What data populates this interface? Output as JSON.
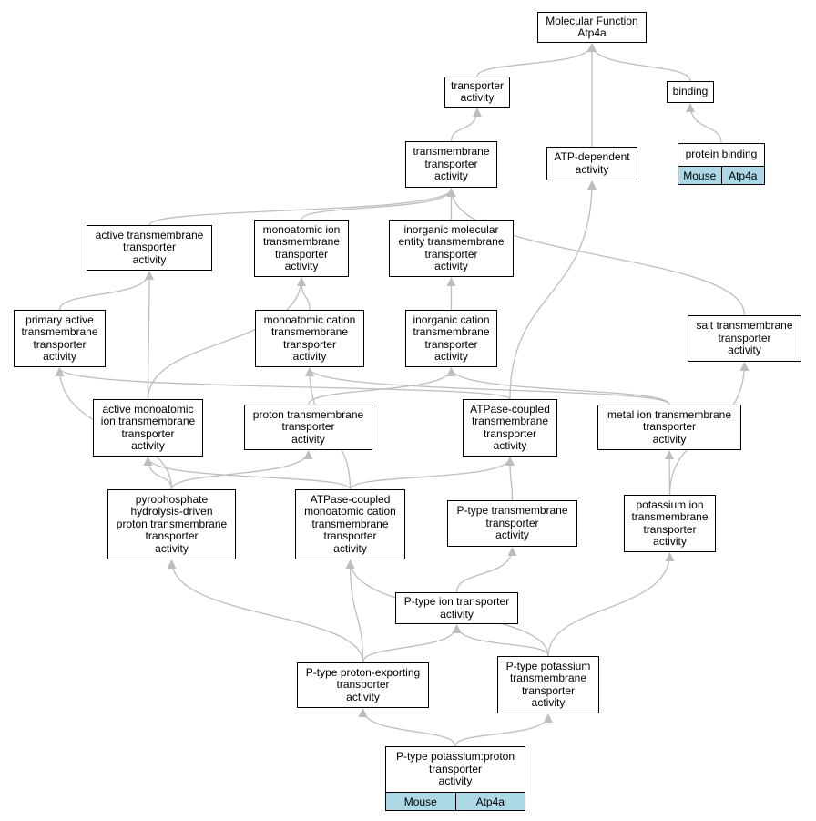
{
  "colors": {
    "node_border": "#000000",
    "node_fill": "#ffffff",
    "edge": "#bdbdbd",
    "tag_fill": "#add8e6"
  },
  "nodes": [
    {
      "id": "mf",
      "label": "Molecular Function\nAtp4a"
    },
    {
      "id": "ta",
      "label": "transporter\nactivity"
    },
    {
      "id": "bind",
      "label": "binding"
    },
    {
      "id": "pb",
      "label": "protein binding",
      "tags": [
        "Mouse",
        "Atp4a"
      ]
    },
    {
      "id": "tmta",
      "label": "transmembrane\ntransporter\nactivity"
    },
    {
      "id": "atpd",
      "label": "ATP-dependent\nactivity"
    },
    {
      "id": "atta",
      "label": "active transmembrane\ntransporter\nactivity"
    },
    {
      "id": "moit",
      "label": "monoatomic ion\ntransmembrane\ntransporter\nactivity"
    },
    {
      "id": "imet",
      "label": "inorganic molecular\nentity transmembrane\ntransporter\nactivity"
    },
    {
      "id": "pat",
      "label": "primary active\ntransmembrane\ntransporter\nactivity"
    },
    {
      "id": "mct",
      "label": "monoatomic cation\ntransmembrane\ntransporter\nactivity"
    },
    {
      "id": "ict",
      "label": "inorganic cation\ntransmembrane\ntransporter\nactivity"
    },
    {
      "id": "stt",
      "label": "salt transmembrane\ntransporter\nactivity"
    },
    {
      "id": "amit",
      "label": "active monoatomic\nion transmembrane\ntransporter\nactivity"
    },
    {
      "id": "ptt",
      "label": "proton transmembrane\ntransporter\nactivity"
    },
    {
      "id": "actt",
      "label": "ATPase-coupled\ntransmembrane\ntransporter\nactivity"
    },
    {
      "id": "mitt",
      "label": "metal ion transmembrane\ntransporter\nactivity"
    },
    {
      "id": "pphd",
      "label": "pyrophosphate\nhydrolysis-driven\nproton transmembrane\ntransporter\nactivity"
    },
    {
      "id": "acmc",
      "label": "ATPase-coupled\nmonoatomic cation\ntransmembrane\ntransporter\nactivity"
    },
    {
      "id": "ptyt",
      "label": "P-type transmembrane\ntransporter\nactivity"
    },
    {
      "id": "pitt",
      "label": "potassium ion\ntransmembrane\ntransporter\nactivity"
    },
    {
      "id": "ptit",
      "label": "P-type ion transporter\nactivity"
    },
    {
      "id": "pext",
      "label": "P-type proton-exporting\ntransporter\nactivity"
    },
    {
      "id": "ppot",
      "label": "P-type potassium\ntransmembrane\ntransporter\nactivity"
    },
    {
      "id": "pkpt",
      "label": "P-type potassium:proton\ntransporter\nactivity",
      "tags": [
        "Mouse",
        "Atp4a"
      ]
    }
  ],
  "edges": [
    [
      "ta",
      "mf"
    ],
    [
      "bind",
      "mf"
    ],
    [
      "atpd",
      "mf"
    ],
    [
      "pb",
      "bind"
    ],
    [
      "tmta",
      "ta"
    ],
    [
      "atta",
      "tmta"
    ],
    [
      "moit",
      "tmta"
    ],
    [
      "imet",
      "tmta"
    ],
    [
      "stt",
      "tmta"
    ],
    [
      "pat",
      "atta"
    ],
    [
      "amit",
      "atta"
    ],
    [
      "amit",
      "moit"
    ],
    [
      "mct",
      "moit"
    ],
    [
      "ict",
      "imet"
    ],
    [
      "actt",
      "pat"
    ],
    [
      "actt",
      "atpd"
    ],
    [
      "mitt",
      "mct"
    ],
    [
      "mitt",
      "ict"
    ],
    [
      "pitt",
      "mitt"
    ],
    [
      "pitt",
      "stt"
    ],
    [
      "ptt",
      "ict"
    ],
    [
      "pphd",
      "pat"
    ],
    [
      "pphd",
      "amit"
    ],
    [
      "pphd",
      "ptt"
    ],
    [
      "acmc",
      "amit"
    ],
    [
      "acmc",
      "actt"
    ],
    [
      "acmc",
      "mct"
    ],
    [
      "ptyt",
      "actt"
    ],
    [
      "ptit",
      "ptyt"
    ],
    [
      "pext",
      "pphd"
    ],
    [
      "pext",
      "acmc"
    ],
    [
      "pext",
      "ptit"
    ],
    [
      "ppot",
      "ptit"
    ],
    [
      "ppot",
      "pitt"
    ],
    [
      "ppot",
      "acmc"
    ],
    [
      "pkpt",
      "pext"
    ],
    [
      "pkpt",
      "ppot"
    ]
  ]
}
